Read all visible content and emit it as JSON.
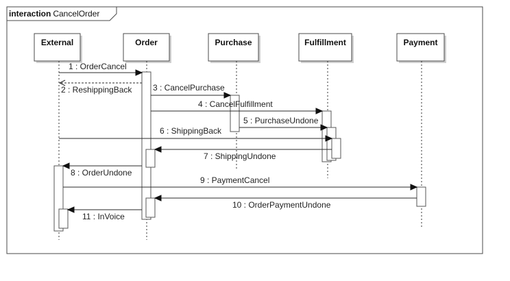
{
  "frame": {
    "keyword": "interaction",
    "name": "CancelOrder"
  },
  "lifelines": [
    {
      "id": "external",
      "label": "External"
    },
    {
      "id": "order",
      "label": "Order"
    },
    {
      "id": "purchase",
      "label": "Purchase"
    },
    {
      "id": "fulfillment",
      "label": "Fulfillment"
    },
    {
      "id": "payment",
      "label": "Payment"
    }
  ],
  "messages": [
    {
      "id": "m1",
      "label": "1 : OrderCancel",
      "kind": "sync"
    },
    {
      "id": "m2",
      "label": "2 : ReshippingBack",
      "kind": "return"
    },
    {
      "id": "m3",
      "label": "3 : CancelPurchase",
      "kind": "sync"
    },
    {
      "id": "m4",
      "label": "4 : CancelFulfillment",
      "kind": "sync"
    },
    {
      "id": "m5",
      "label": "5 : PurchaseUndone",
      "kind": "sync"
    },
    {
      "id": "m6",
      "label": "6 : ShippingBack",
      "kind": "sync"
    },
    {
      "id": "m7",
      "label": "7 : ShippingUndone",
      "kind": "sync"
    },
    {
      "id": "m8",
      "label": "8 : OrderUndone",
      "kind": "sync"
    },
    {
      "id": "m9",
      "label": "9 : PaymentCancel",
      "kind": "sync"
    },
    {
      "id": "m10",
      "label": "10 : OrderPaymentUndone",
      "kind": "sync"
    },
    {
      "id": "m11",
      "label": "11 : InVoice",
      "kind": "sync"
    }
  ]
}
